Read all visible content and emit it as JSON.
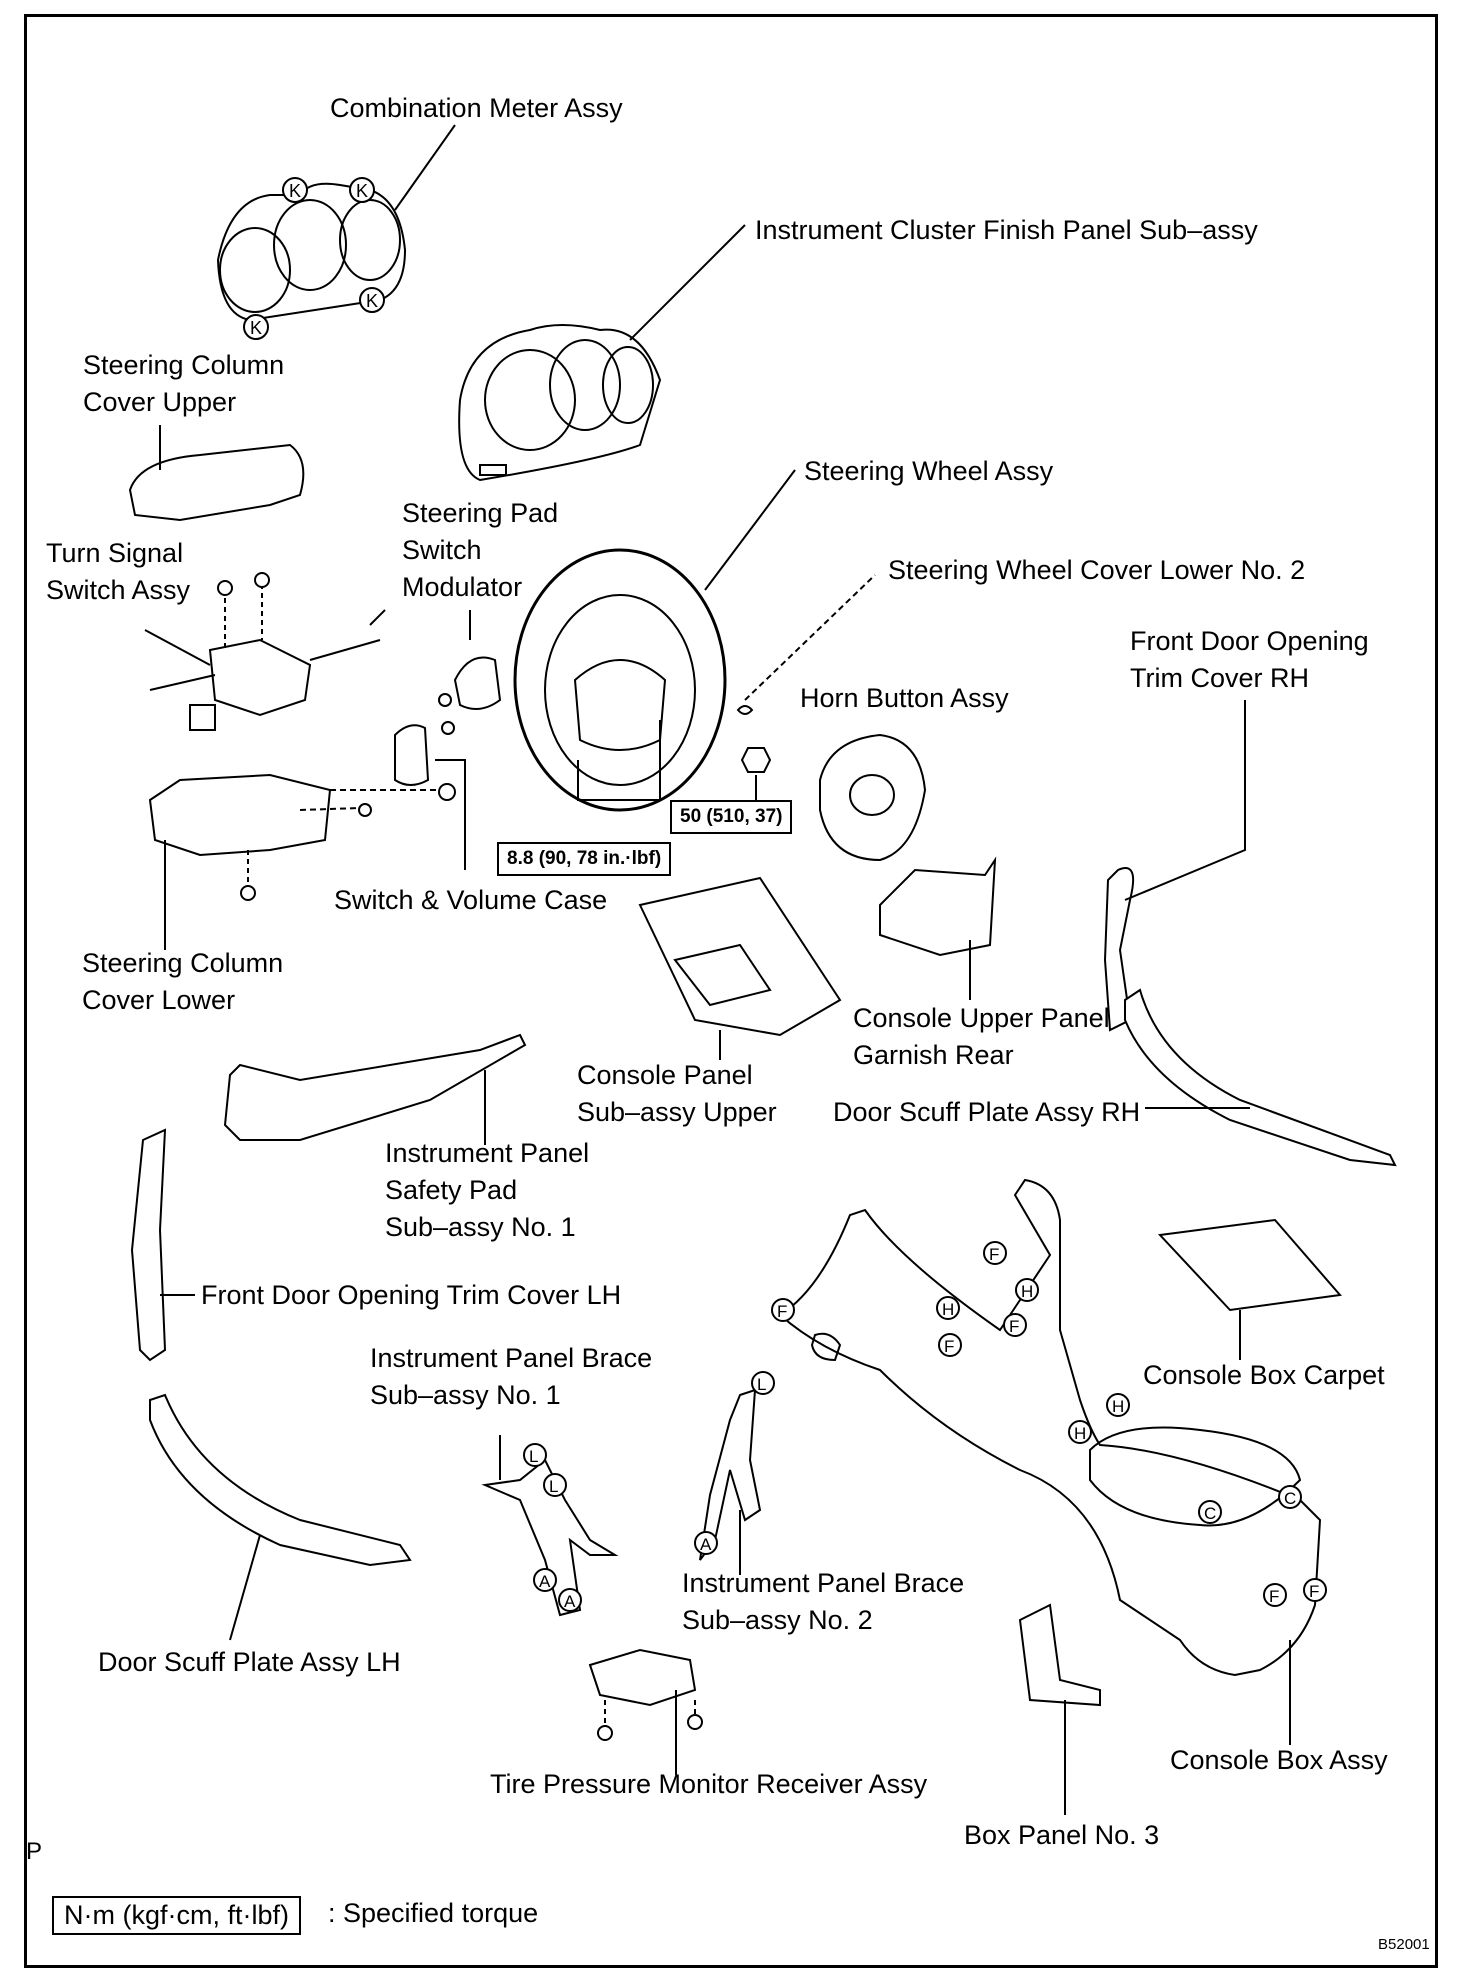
{
  "parts": {
    "combination_meter": "Combination Meter Assy",
    "cluster_finish_panel": "Instrument Cluster Finish Panel Sub–assy",
    "column_cover_upper": "Steering Column\nCover Upper",
    "turn_signal_switch": "Turn Signal\nSwitch Assy",
    "steering_pad_modulator": "Steering Pad\nSwitch\nModulator",
    "steering_wheel": "Steering Wheel Assy",
    "wheel_cover_lower_2": "Steering Wheel Cover Lower No. 2",
    "front_door_trim_rh": "Front Door Opening\nTrim Cover RH",
    "horn_button": "Horn Button Assy",
    "switch_volume_case": "Switch & Volume Case",
    "column_cover_lower": "Steering Column\nCover Lower",
    "console_upper_panel_garnish": "Console Upper Panel\nGarnish Rear",
    "console_panel_upper": "Console Panel\nSub–assy Upper",
    "door_scuff_rh": "Door Scuff Plate Assy RH",
    "ip_safety_pad": "Instrument Panel\nSafety Pad\nSub–assy No. 1",
    "front_door_trim_lh": "Front Door Opening Trim Cover LH",
    "console_box_carpet": "Console Box Carpet",
    "ip_brace_1": "Instrument Panel Brace\nSub–assy No. 1",
    "ip_brace_2": "Instrument Panel Brace\nSub–assy No. 2",
    "door_scuff_lh": "Door Scuff Plate Assy LH",
    "tpms_receiver": "Tire Pressure Monitor Receiver Assy",
    "console_box": "Console Box Assy",
    "box_panel_3": "Box Panel No. 3"
  },
  "torques": {
    "steering_wheel_nut": "50 (510, 37)",
    "pad_screw": "8.8 (90, 78 in.·lbf)"
  },
  "clip_letters": [
    "K",
    "F",
    "H",
    "L",
    "A",
    "C"
  ],
  "legend": {
    "unit": "N·m (kgf·cm, ft·lbf)",
    "meaning": ": Specified torque"
  },
  "page_mark": "P",
  "figure_id": "B52001"
}
